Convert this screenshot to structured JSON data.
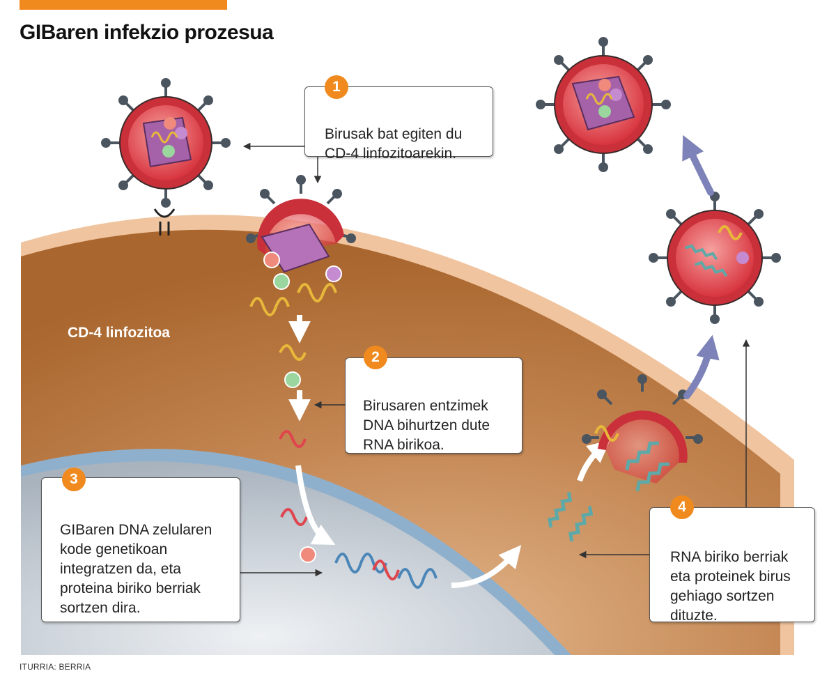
{
  "title": "GIBaren infekzio prozesua",
  "cell_label": "CD-4 linfozitoa",
  "source": "ITURRIA: BERRIA",
  "steps": [
    {
      "number": "1",
      "text": "Birusak bat egiten du\nCD-4 linfozitoarekin."
    },
    {
      "number": "2",
      "text": "Birusaren entzimek\nDNA bihurtzen dute\nRNA birikoa."
    },
    {
      "number": "3",
      "text": "GIBaren DNA zelularen\nkode genetikoan\nintegratzen da, eta\nproteina biriko berriak\nsortzen dira."
    },
    {
      "number": "4",
      "text": "RNA biriko berriak\neta proteinek birus\ngehiago sortzen\ndituzte."
    }
  ],
  "colors": {
    "accent": "#f08a1e",
    "cytoplasm": "#b8773f",
    "nucleus": "#c9d0d8",
    "virus": "#e0444d",
    "flow_arrow": "#7d83b8"
  }
}
